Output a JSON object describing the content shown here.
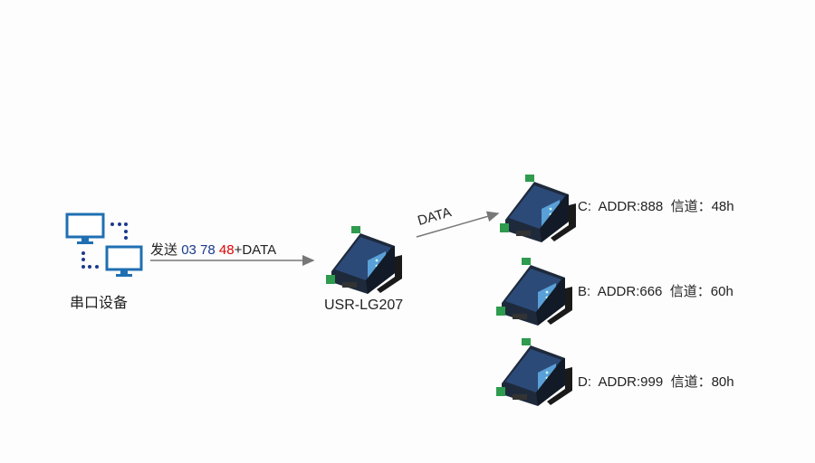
{
  "source": {
    "label": "串口设备"
  },
  "send": {
    "prefix": "发送",
    "b1": "03",
    "b2": "78",
    "b3": "48",
    "suffix": "+DATA"
  },
  "gateway": {
    "label": "USR-LG207"
  },
  "link": {
    "label": "DATA"
  },
  "nodes": [
    {
      "name": "C:",
      "addr": "ADDR:888",
      "channel_label": "信道：",
      "channel": "48h"
    },
    {
      "name": "B:",
      "addr": "ADDR:666",
      "channel_label": "信道：",
      "channel": "60h"
    },
    {
      "name": "D:",
      "addr": "ADDR:999",
      "channel_label": "信道：",
      "channel": "80h"
    }
  ],
  "colors": {
    "monitor": "#1f6fb2",
    "dots": "#1a3a8c",
    "highlight": "#e00000",
    "arrow": "#777777"
  }
}
